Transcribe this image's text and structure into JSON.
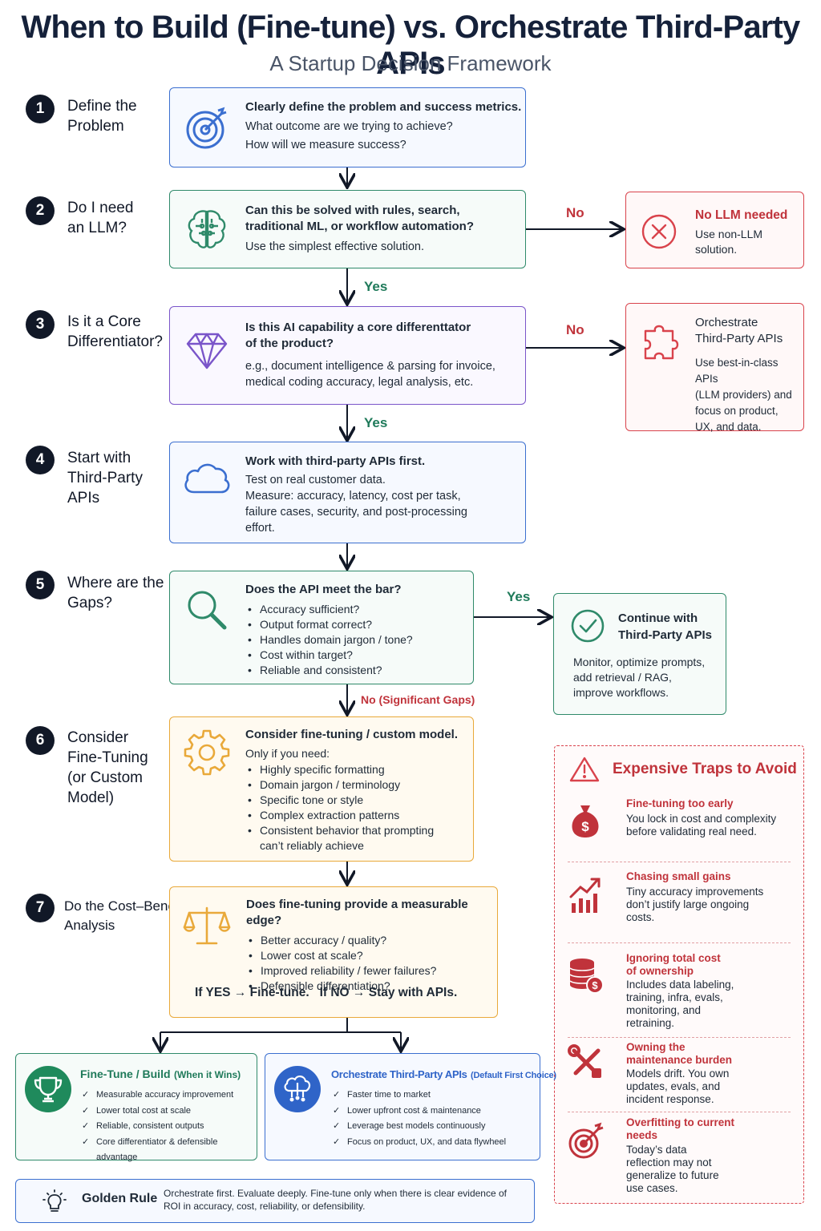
{
  "header": {
    "title": "When to Build (Fine-tune) vs. Orchestrate Third-Party APIs",
    "subtitle": "A Startup Decision Framework"
  },
  "steps": [
    {
      "num": "1",
      "label": "Define the\nProblem"
    },
    {
      "num": "2",
      "label": "Do I need\nan LLM?"
    },
    {
      "num": "3",
      "label": "Is it a Core\nDifferentiator?"
    },
    {
      "num": "4",
      "label": "Start with\nThird-Party\nAPIs"
    },
    {
      "num": "5",
      "label": "Where are the\nGaps?"
    },
    {
      "num": "6",
      "label": "Consider\nFine-Tuning\n(or Custom\nModel)"
    },
    {
      "num": "7",
      "label": "Do the Cost–Benefit\nAnalysis"
    }
  ],
  "boxes": {
    "step1": {
      "line1": "Clearly define the problem and success metrics.",
      "line2": "What outcome are we trying to achieve?",
      "line3": "How will we measure success?"
    },
    "step2": {
      "line1": "Can this be solved with rules, search,",
      "line2": "traditional ML, or workflow automation?",
      "line3": "Use the simplest effective solution."
    },
    "step3": {
      "line1": "Is this AI capability a core differenttator",
      "line2": "of the product?",
      "line3": "e.g., document intelligence & parsing for invoice,",
      "line4": "medical coding accuracy, legal analysis, etc."
    },
    "step4": {
      "line1": "Work with third-party APIs first.",
      "line2": "Test on real customer data.",
      "line3": "Measure: accuracy, latency, cost per task,",
      "line4": "failure cases, security, and post-processing",
      "line5": "effort."
    },
    "step5": {
      "lead": "Does the API meet the bar?",
      "items": [
        "Accuracy sufficient?",
        "Output format correct?",
        "Handles domain jargon / tone?",
        "Cost within target?",
        "Reliable and consistent?"
      ]
    },
    "step6": {
      "lead": "Consider fine-tuning / custom model.",
      "intro": "Only if you need:",
      "items": [
        "Highly specific formatting",
        "Domain jargon / terminology",
        "Specific tone or style",
        "Complex extraction patterns",
        "Consistent behavior that prompting can’t reliably achieve"
      ]
    },
    "step7": {
      "lead": "Does fine-tuning provide a measurable edge?",
      "items": [
        "Better accuracy / quality?",
        "Lower cost at scale?",
        "Improved reliability / fewer failures?",
        "Defensible differentiation?"
      ],
      "verdict": "If YES → Fine-tune.   If NO → Stay with APIs."
    }
  },
  "side": {
    "nollm": {
      "title": "No LLM needed",
      "line1": "Use non-LLM",
      "line2": "solution."
    },
    "orch": {
      "title1": "Orchestrate",
      "title2": "Third-Party APIs",
      "line1": "Use best-in-class APIs",
      "line2": "(LLM providers) and",
      "line3": "focus on product,",
      "line4": "UX, and data."
    },
    "cont": {
      "title1": "Continue with",
      "title2": "Third-Party APIs",
      "line1": "Monitor, optimize prompts,",
      "line2": "add retrieval / RAG,",
      "line3": "improve workflows."
    }
  },
  "labels": {
    "no": "No",
    "yes": "Yes",
    "no_gaps": "No (Significant Gaps)"
  },
  "traps": {
    "title": "Expensive Traps to Avoid",
    "items": [
      {
        "head": "Fine-tuning too early",
        "body": "You lock in cost and complexity before validating real need."
      },
      {
        "head": "Chasing small gains",
        "body": "Tiny accuracy improvements don’t justify large ongoing costs."
      },
      {
        "head": "Ignoring total cost of ownership",
        "body": "Includes data labeling, training, infra, evals, monitoring, and retraining."
      },
      {
        "head": "Owning the maintenance burden",
        "body": "Models drift. You own updates, evals, and incident response."
      },
      {
        "head": "Overfitting to current needs",
        "body": "Today’s data reflection may not generalize to future use cases."
      }
    ]
  },
  "outcomes": {
    "finetune": {
      "title": "Fine-Tune / Build",
      "tag": "(When it Wins)",
      "items": [
        "Measurable accuracy improvement",
        "Lower total cost at scale",
        "Reliable, consistent outputs",
        "Core differentiator & defensible advantage"
      ]
    },
    "orchestrate": {
      "title": "Orchestrate Third-Party APIs",
      "tag": "(Default First Choice)",
      "items": [
        "Faster time to market",
        "Lower upfront cost & maintenance",
        "Leverage best models continuously",
        "Focus on product, UX, and data flywheel"
      ]
    }
  },
  "golden": {
    "title": "Golden Rule",
    "text": "Orchestrate first. Evaluate deeply. Fine-tune only when there is clear evidence of ROI in accuracy, cost, reliability, or defensibility."
  },
  "colors": {
    "blue": "#3b6fd0",
    "green": "#2f8a6a",
    "purple": "#7a55c9",
    "yellow": "#e9a93a",
    "red": "#d9434c",
    "dark": "#111827"
  },
  "icons": [
    "target-icon",
    "brain-icon",
    "diamond-icon",
    "cloud-icon",
    "magnifier-icon",
    "gear-icon",
    "scale-icon",
    "x-circle-icon",
    "puzzle-icon",
    "check-circle-icon",
    "warning-icon",
    "money-bag-icon",
    "bar-chart-icon",
    "coins-icon",
    "tools-icon",
    "trophy-icon",
    "cloud-network-icon",
    "lightbulb-icon"
  ]
}
